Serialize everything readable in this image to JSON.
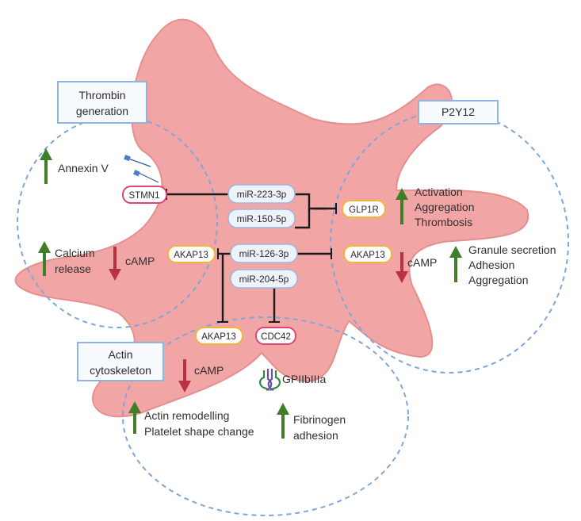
{
  "panels": {
    "thrombin": {
      "title_line1": "Thrombin",
      "title_line2": "generation"
    },
    "p2y12": {
      "title": "P2Y12"
    },
    "actin": {
      "title_line1": "Actin",
      "title_line2": "cytoskeleton"
    }
  },
  "mirnas": {
    "mir223": "miR-223-3p",
    "mir150": "miR-150-5p",
    "mir126": "miR-126-3p",
    "mir204": "miR-204-5p"
  },
  "targets": {
    "stmn1": "STMN1",
    "glp1r": "GLP1R",
    "akap13_left": "AKAP13",
    "akap13_right": "AKAP13",
    "akap13_bottom": "AKAP13",
    "cdc42": "CDC42"
  },
  "effects": {
    "annexin": "Annexin V",
    "calcium_line1": "Calcium",
    "calcium_line2": "release",
    "camp_left": "cAMP",
    "activation": "Activation",
    "aggregation": "Aggregation",
    "thrombosis": "Thrombosis",
    "camp_right": "cAMP",
    "granule": "Granule secretion",
    "adhesion": "Adhesion",
    "aggregation2": "Aggregation",
    "camp_bottom": "cAMP",
    "gpiib": "GPIIbIIIa",
    "actin_remodel": "Actin remodelling",
    "shape_change": "Platelet shape change",
    "fibrinogen": "Fibrinogen",
    "fib_adhesion": "adhesion"
  },
  "colors": {
    "cell_fill": "#f2a5a5",
    "cell_stroke": "#e58f8f",
    "dash_circle": "#7ea6d8",
    "box_stroke": "#8fb4e0",
    "box_fill": "#f7fbff",
    "mirna_fill": "#eef3fb",
    "mirna_stroke": "#9ab7de",
    "akap_stroke": "#f0b53a",
    "stmn_stroke": "#e0457a",
    "arrow_up": "#3f7f2a",
    "arrow_down": "#b8323f"
  }
}
